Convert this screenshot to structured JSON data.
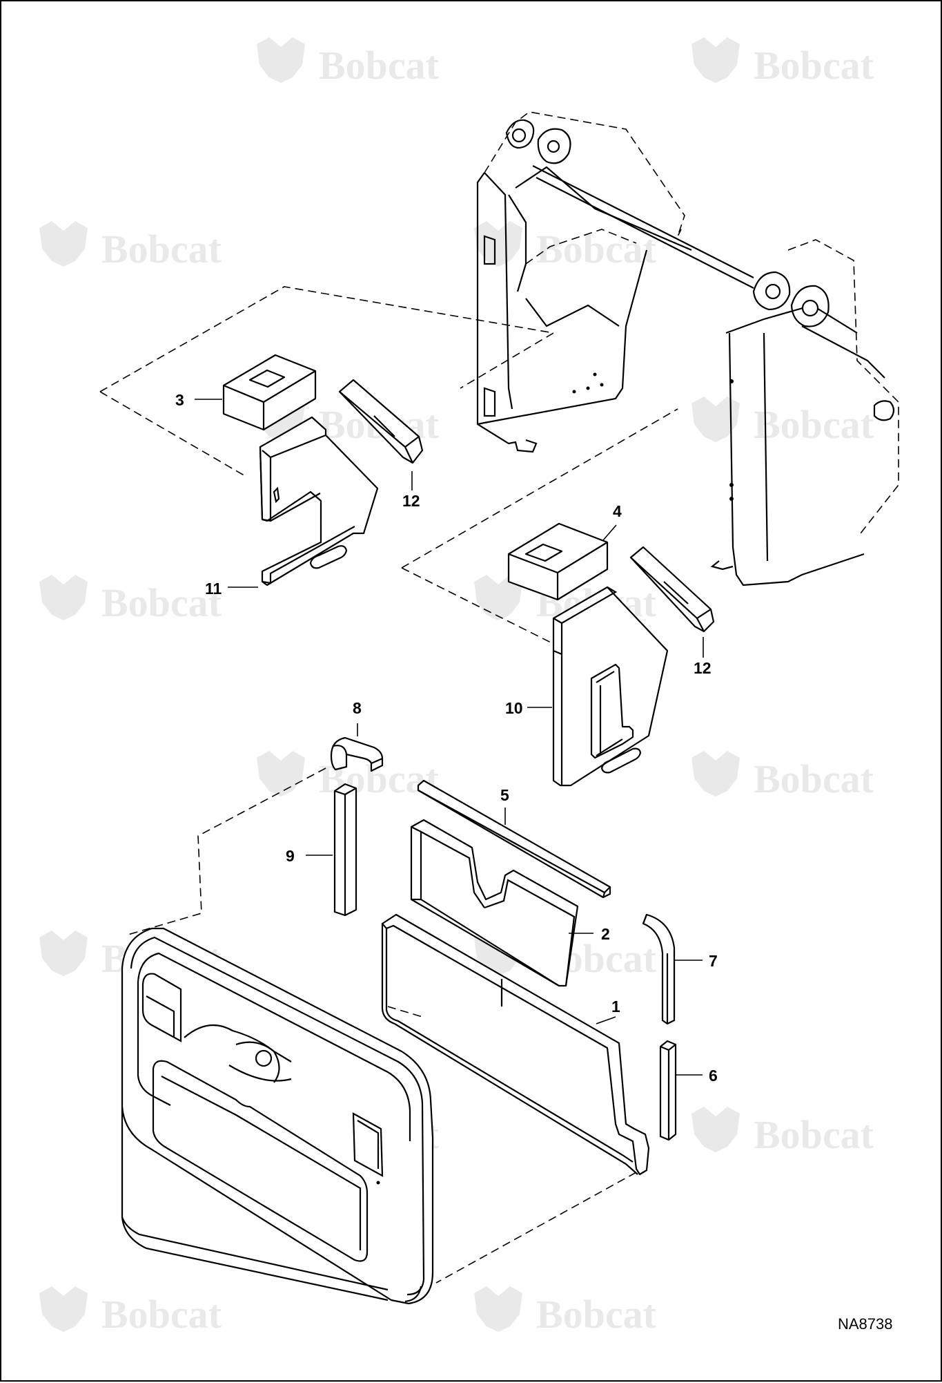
{
  "watermark": {
    "text": "Bobcat",
    "color": "#e9e9e9"
  },
  "figure_id": "NA8738",
  "callouts": {
    "c1": "1",
    "c2": "2",
    "c3": "3",
    "c4": "4",
    "c5": "5",
    "c6": "6",
    "c7": "7",
    "c8": "8",
    "c9": "9",
    "c10": "10",
    "c11": "11",
    "c12a": "12",
    "c12b": "12"
  },
  "colors": {
    "line": "#000000",
    "background": "#ffffff"
  }
}
